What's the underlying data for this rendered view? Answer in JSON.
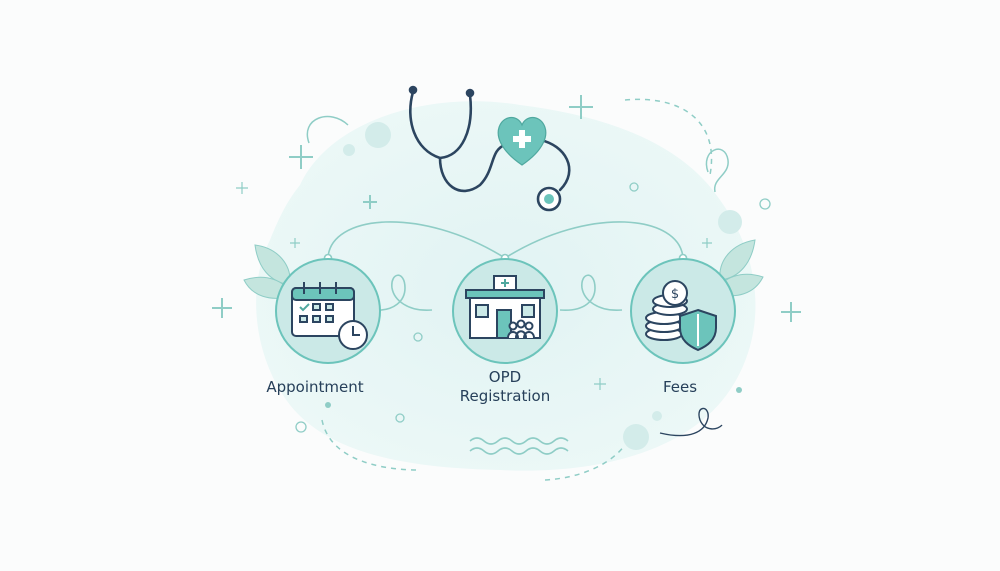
{
  "steps": [
    {
      "label": "Appointment",
      "icon": "calendar-clock-icon"
    },
    {
      "label_line1": "OPD",
      "label_line2": "Registration",
      "icon": "hospital-building-icon"
    },
    {
      "label": "Fees",
      "icon": "coins-shield-icon"
    }
  ],
  "decorations": {
    "top_icons": [
      "stethoscope-icon",
      "heart-cross-icon"
    ],
    "side_icons": [
      "leaf-icon",
      "plus-icon",
      "sparkle-icon",
      "wave-icon"
    ]
  },
  "colors": {
    "blob": "#e4f4f4",
    "circle_fill": "#cbe9e7",
    "teal": "#6cc4bb",
    "line": "#8fcdc6",
    "navy": "#2c4560",
    "leaf": "#b9e0d8",
    "text": "#27405a"
  }
}
